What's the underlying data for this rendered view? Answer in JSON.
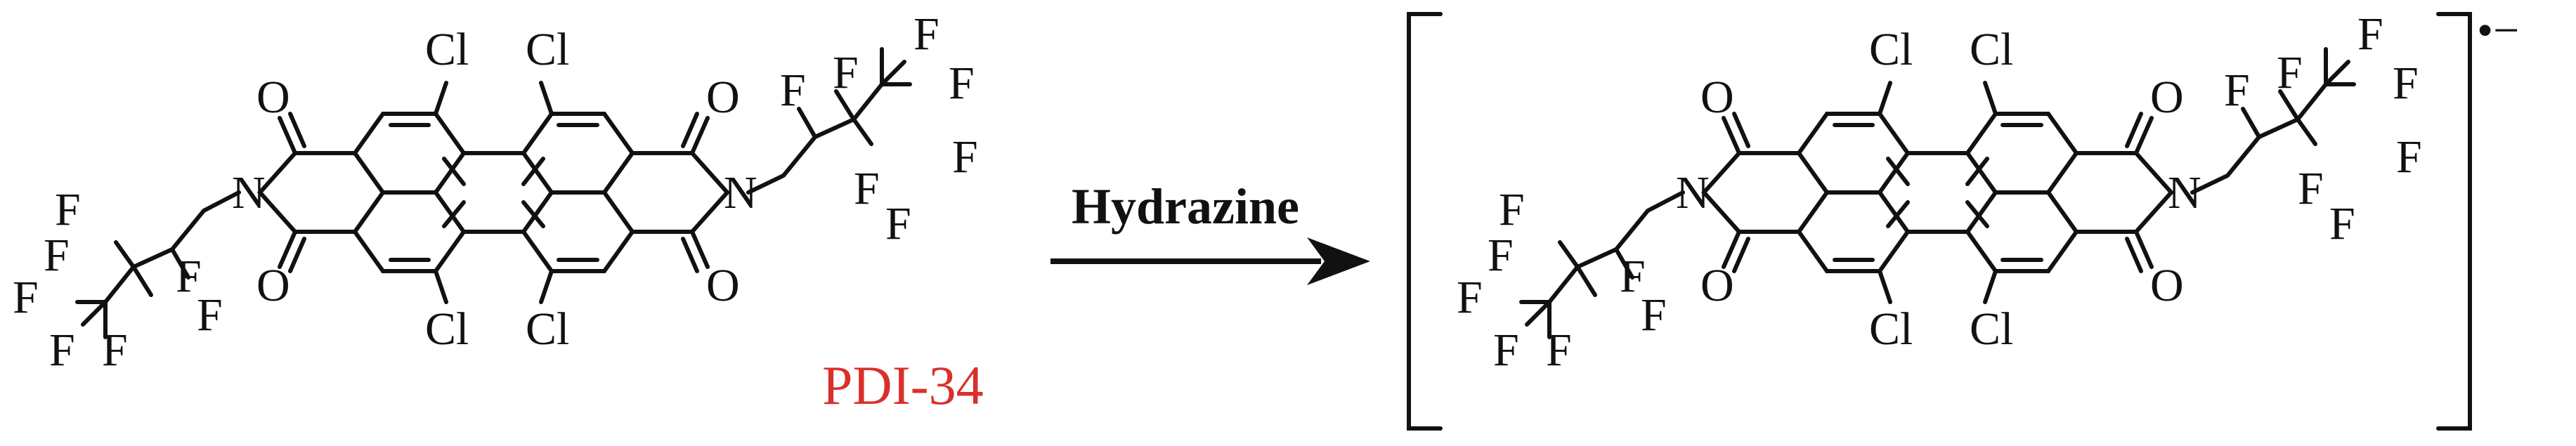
{
  "reactant": {
    "label": "PDI-34",
    "label_color": "#d9302c",
    "atoms": {
      "Cl": "Cl",
      "O": "O",
      "N": "N",
      "F": "F"
    }
  },
  "reagent": {
    "text": "Hydrazine"
  },
  "product": {
    "charge_label": "•−",
    "atoms": {
      "Cl": "Cl",
      "O": "O",
      "N": "N",
      "F": "F"
    }
  },
  "colors": {
    "ink": "#111111",
    "label": "#d9302c"
  }
}
